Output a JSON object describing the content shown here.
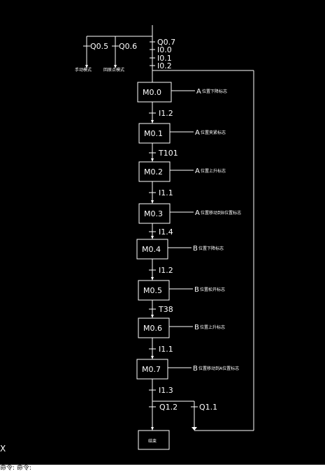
{
  "branches": [
    {
      "id": "q05",
      "contact": "Q0.5",
      "mode": "手动模式"
    },
    {
      "id": "q06",
      "contact": "Q0.6",
      "mode": "回原点模式"
    }
  ],
  "top_conditions": [
    "Q0.7",
    "I0.0",
    "I0.1",
    "I0.2"
  ],
  "steps": [
    {
      "id": "m00",
      "label": "M0.0",
      "desc_letter": "A",
      "desc": "位置下降标志"
    },
    {
      "id": "m01",
      "label": "M0.1",
      "desc_letter": "A",
      "desc": "位置夹紧标志"
    },
    {
      "id": "m02",
      "label": "M0.2",
      "desc_letter": "A",
      "desc": "位置上升标志"
    },
    {
      "id": "m03",
      "label": "M0.3",
      "desc_letter": "A",
      "desc": "位置移动到B位置标志"
    },
    {
      "id": "m04",
      "label": "M0.4",
      "desc_letter": "B",
      "desc": "位置下降标志"
    },
    {
      "id": "m05",
      "label": "M0.5",
      "desc_letter": "B",
      "desc": "位置松开标志"
    },
    {
      "id": "m06",
      "label": "M0.6",
      "desc_letter": "B",
      "desc": "位置上升标志"
    },
    {
      "id": "m07",
      "label": "M0.7",
      "desc_letter": "B",
      "desc": "位置移动到A位置标志"
    }
  ],
  "transitions": [
    "I1.2",
    "T101",
    "I1.1",
    "I1.4",
    "I1.2",
    "T38",
    "I1.1",
    "I1.3"
  ],
  "final_branches": [
    {
      "id": "q12",
      "label": "Q1.2"
    },
    {
      "id": "q11",
      "label": "Q1.1"
    }
  ],
  "end_box": {
    "label": "结束"
  },
  "status_bar": {
    "text": "命令: 命令: ",
    "cursor_glyph": "X"
  }
}
